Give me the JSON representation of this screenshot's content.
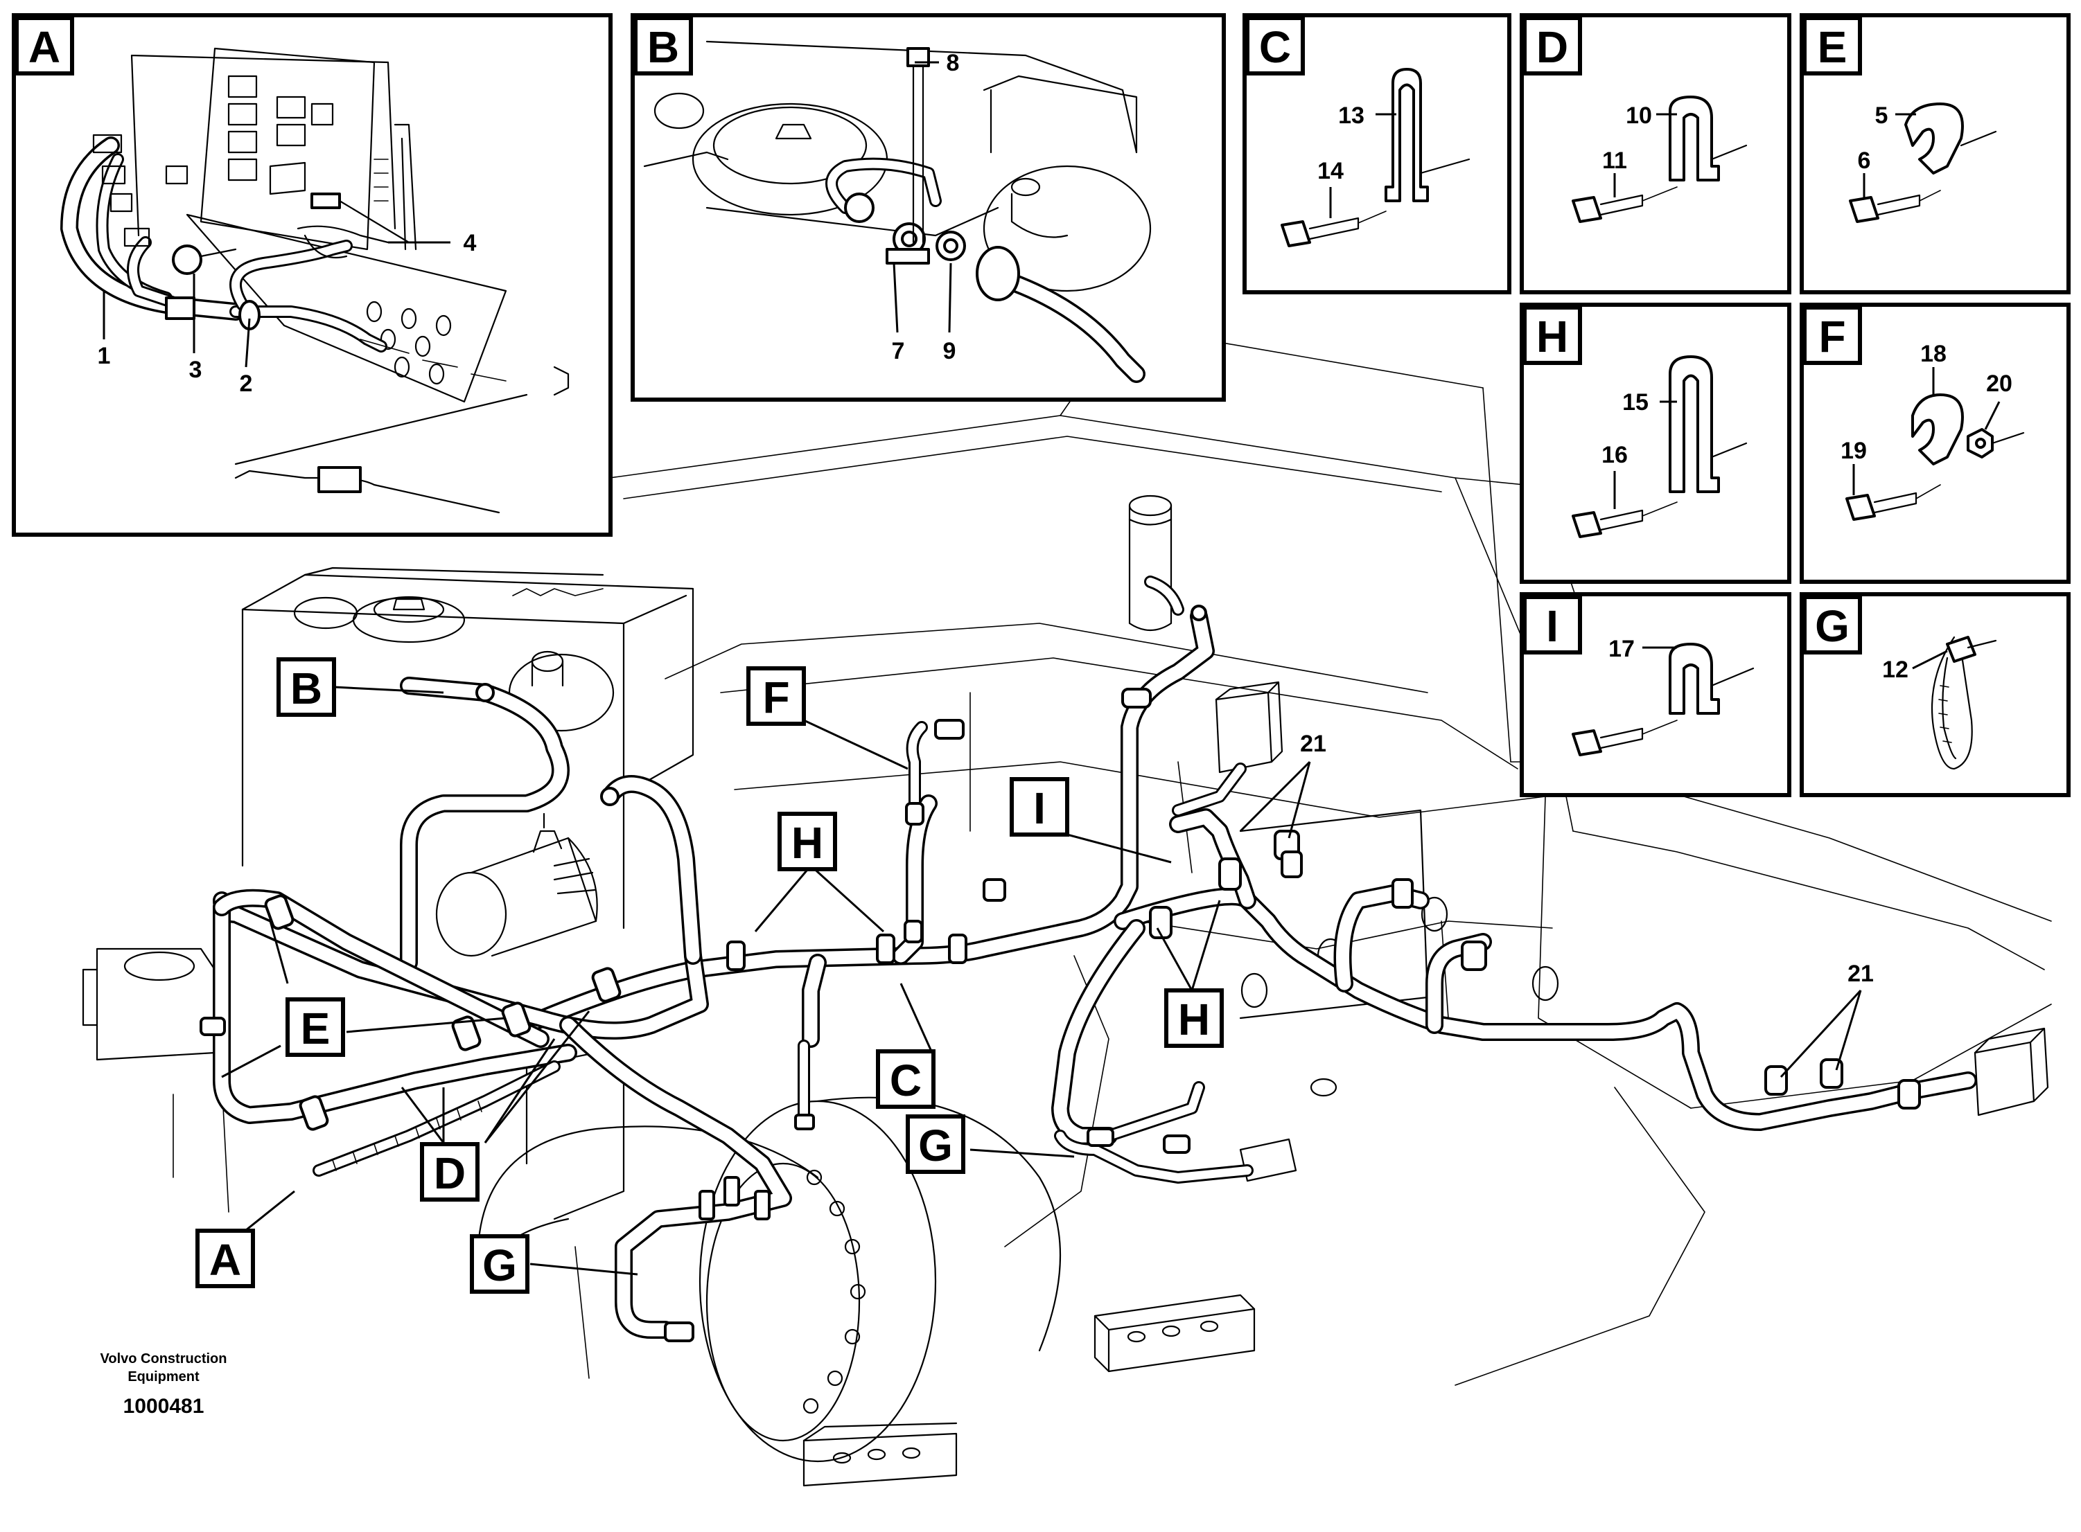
{
  "panels": {
    "A": "A",
    "B": "B",
    "C": "C",
    "D": "D",
    "E": "E",
    "H": "H",
    "F": "F",
    "I": "I",
    "G": "G"
  },
  "parts": {
    "p1": "1",
    "p2": "2",
    "p3": "3",
    "p4": "4",
    "p5": "5",
    "p6": "6",
    "p7": "7",
    "p8": "8",
    "p9": "9",
    "p10": "10",
    "p11": "11",
    "p12": "12",
    "p13": "13",
    "p14": "14",
    "p15": "15",
    "p16": "16",
    "p17": "17",
    "p18": "18",
    "p19": "19",
    "p20": "20",
    "p21a": "21",
    "p21b": "21"
  },
  "callouts": {
    "B": "B",
    "F": "F",
    "H1": "H",
    "I": "I",
    "H2": "H",
    "E": "E",
    "C": "C",
    "G1": "G",
    "D": "D",
    "A": "A",
    "G2": "G"
  },
  "footer": {
    "company_line1": "Volvo Construction",
    "company_line2": "Equipment",
    "drawing_number": "1000481"
  }
}
